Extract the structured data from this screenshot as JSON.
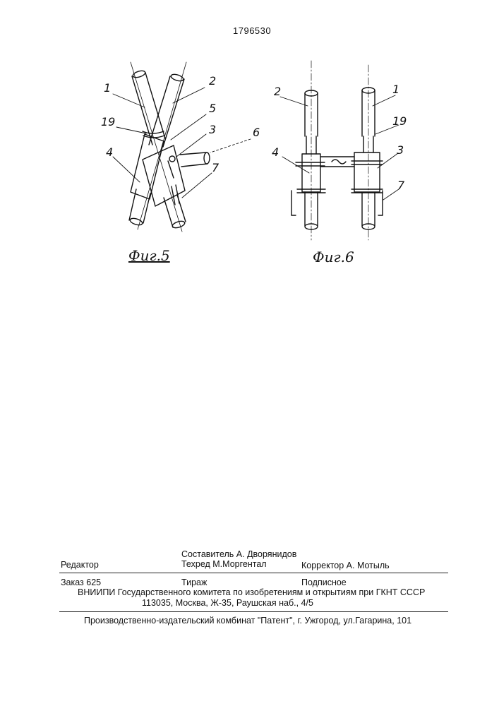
{
  "document": {
    "number": "1796530"
  },
  "figures": [
    {
      "caption": "Фиг.5",
      "labels": [
        "1",
        "2",
        "19",
        "5",
        "3",
        "6",
        "4",
        "7"
      ]
    },
    {
      "caption": "Фиг.6",
      "labels": [
        "2",
        "1",
        "19",
        "4",
        "3",
        "7"
      ]
    }
  ],
  "imprint": {
    "compiler": "Составитель А. Дворянидов",
    "editor": "Редактор",
    "techred": "Техред М.Моргентал",
    "corrector": "Корректор А. Мотыль",
    "order": "Заказ 625",
    "circulation": "Тираж",
    "subscription": "Подписное",
    "institute": "ВНИИПИ Государственного комитета по изобретениям и открытиям при ГКНТ СССР",
    "address": "113035, Москва, Ж-35, Раушская наб., 4/5",
    "publisher": "Производственно-издательский комбинат \"Патент\", г. Ужгород, ул.Гагарина, 101"
  }
}
